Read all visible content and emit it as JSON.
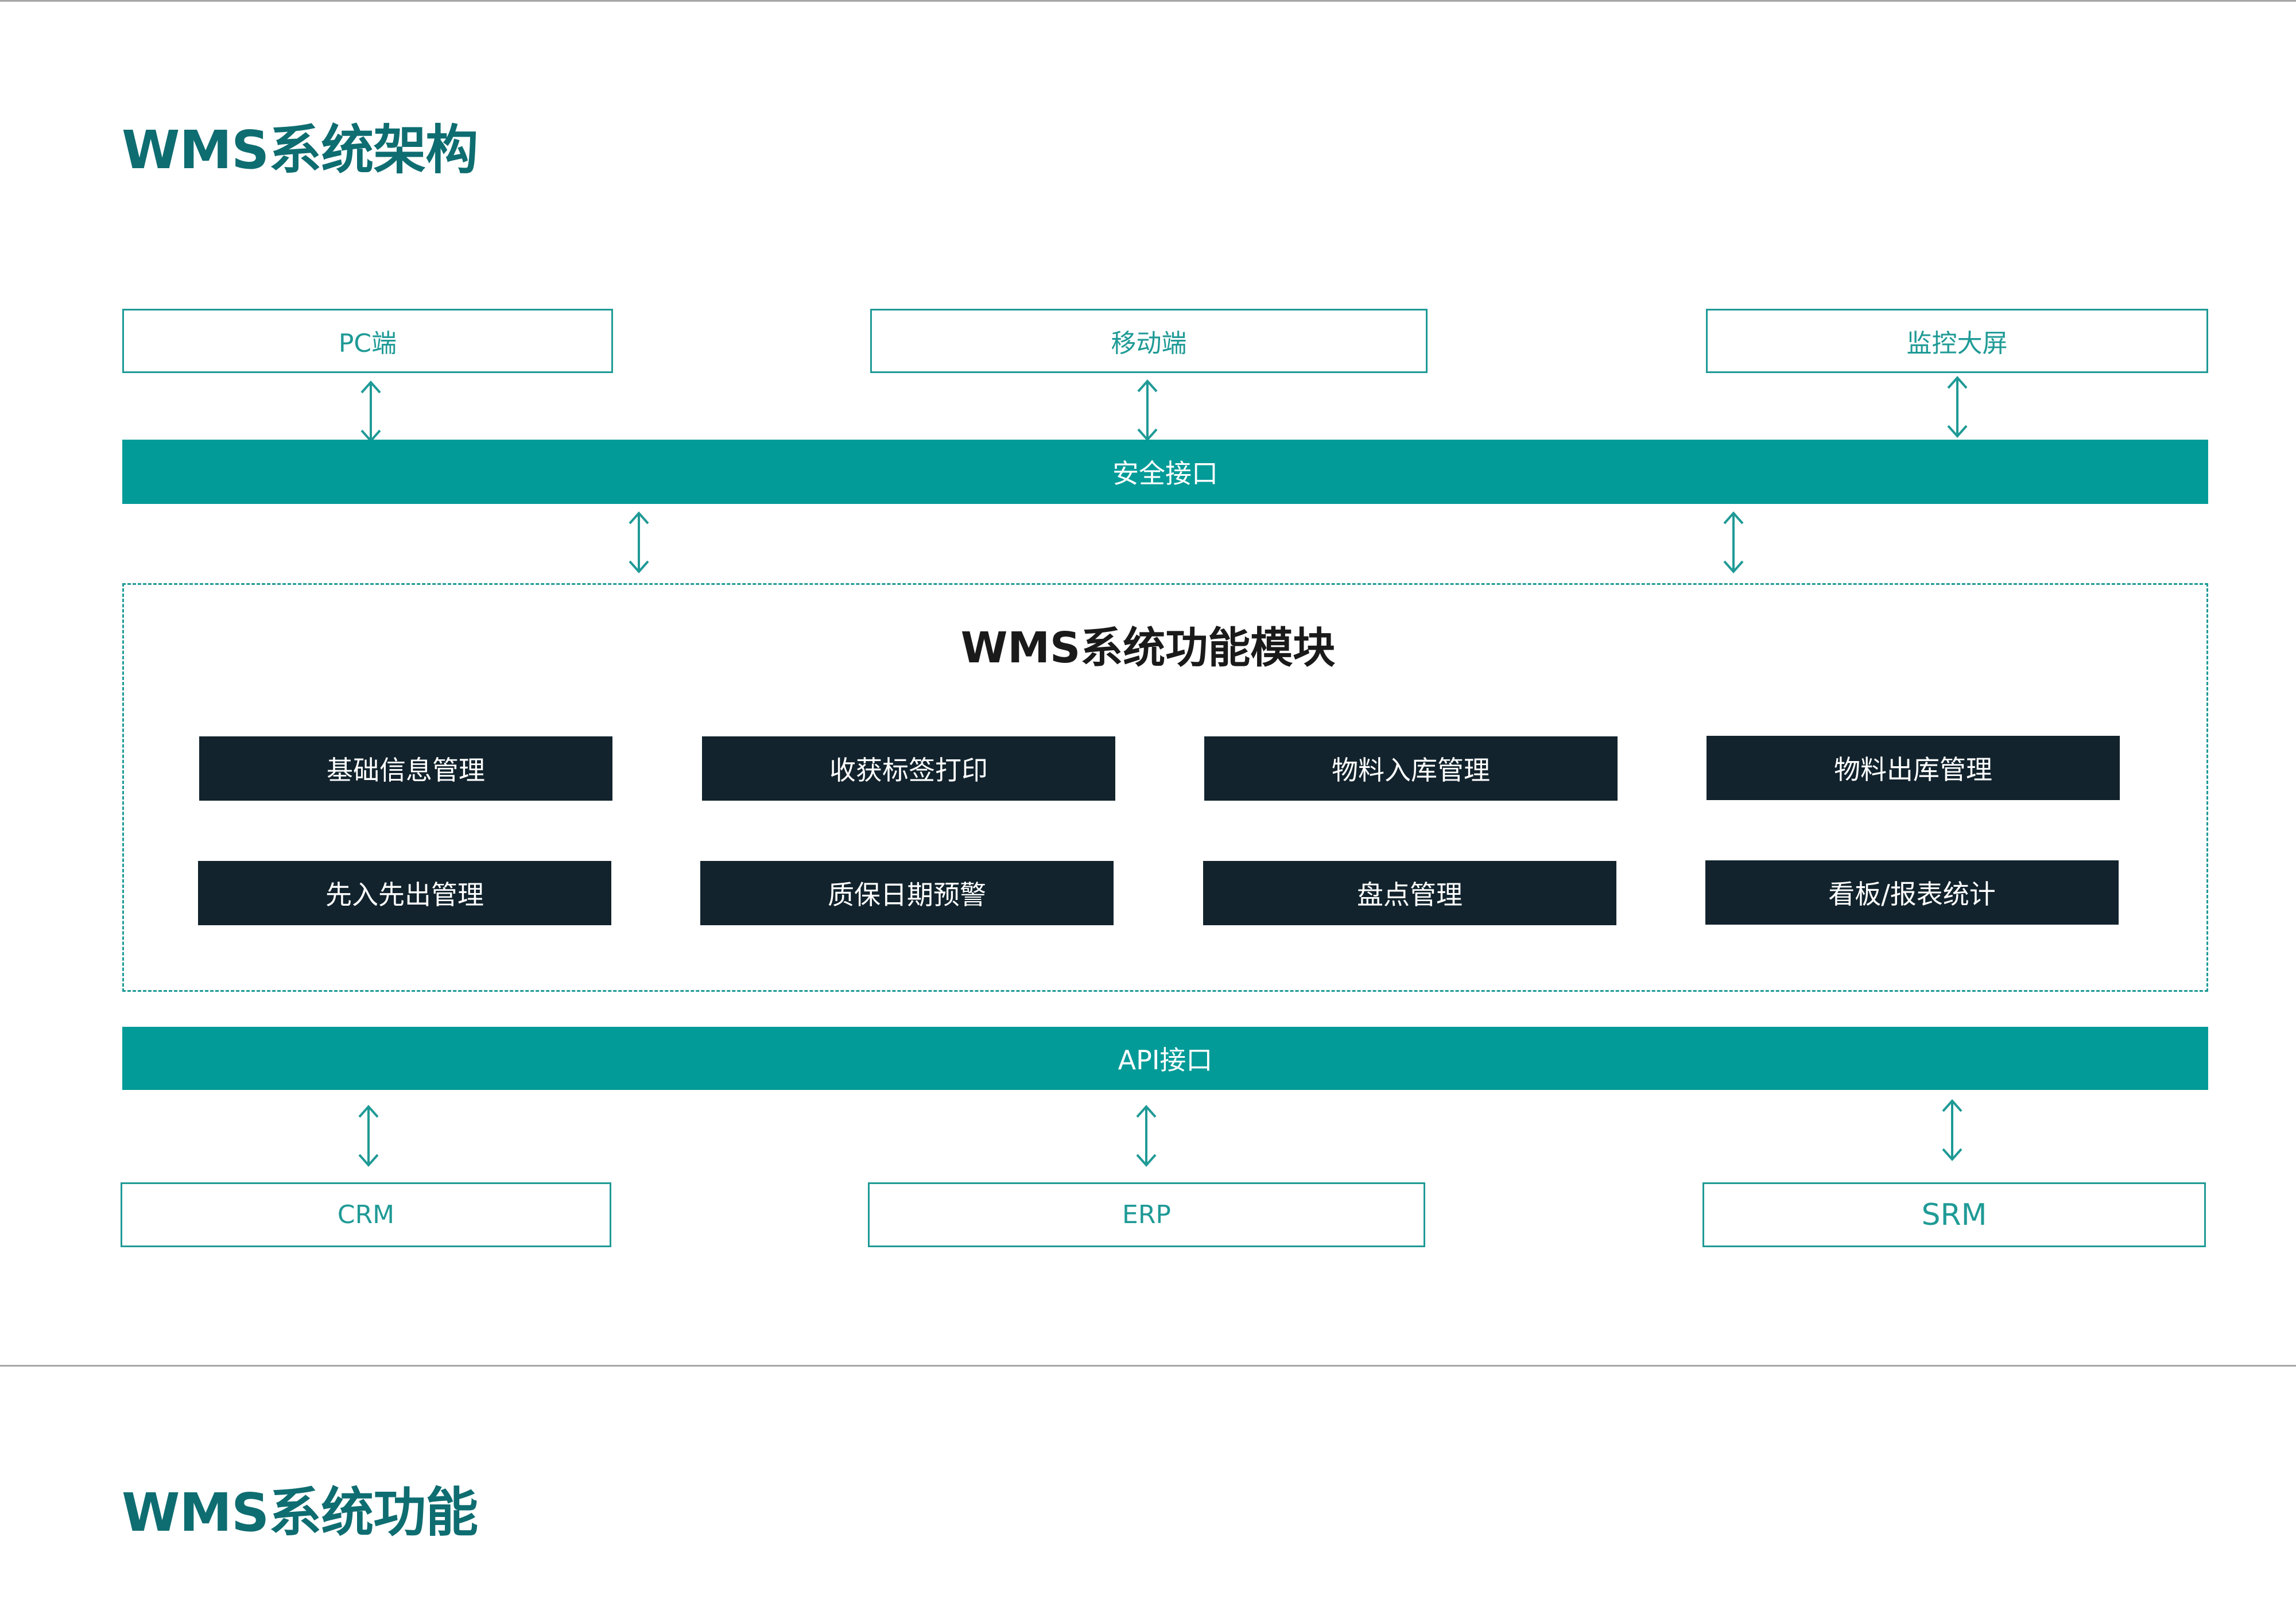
{
  "page": {
    "architecture_title": "WMS系统架构",
    "function_title": "WMS系统功能"
  },
  "clients": [
    {
      "label": "PC端"
    },
    {
      "label": "移动端"
    },
    {
      "label": "监控大屏"
    }
  ],
  "security_interface": {
    "label": "安全接口"
  },
  "module_section": {
    "title": "WMS系统功能模块",
    "modules": [
      {
        "label": "基础信息管理"
      },
      {
        "label": "收获标签打印"
      },
      {
        "label": "物料入库管理"
      },
      {
        "label": "物料出库管理"
      },
      {
        "label": "先入先出管理"
      },
      {
        "label": "质保日期预警"
      },
      {
        "label": "盘点管理"
      },
      {
        "label": "看板/报表统计"
      }
    ]
  },
  "api_interface": {
    "label": "API接口"
  },
  "external_systems": [
    {
      "label": "CRM"
    },
    {
      "label": "ERP"
    },
    {
      "label": "SRM"
    }
  ],
  "colors": {
    "title_teal": "#0e6d71",
    "bar_teal": "#039b98",
    "outline_teal": "#1f9a96",
    "module_dark": "#12232d"
  },
  "icons": {
    "connector": "double-headed-vertical-arrow"
  }
}
